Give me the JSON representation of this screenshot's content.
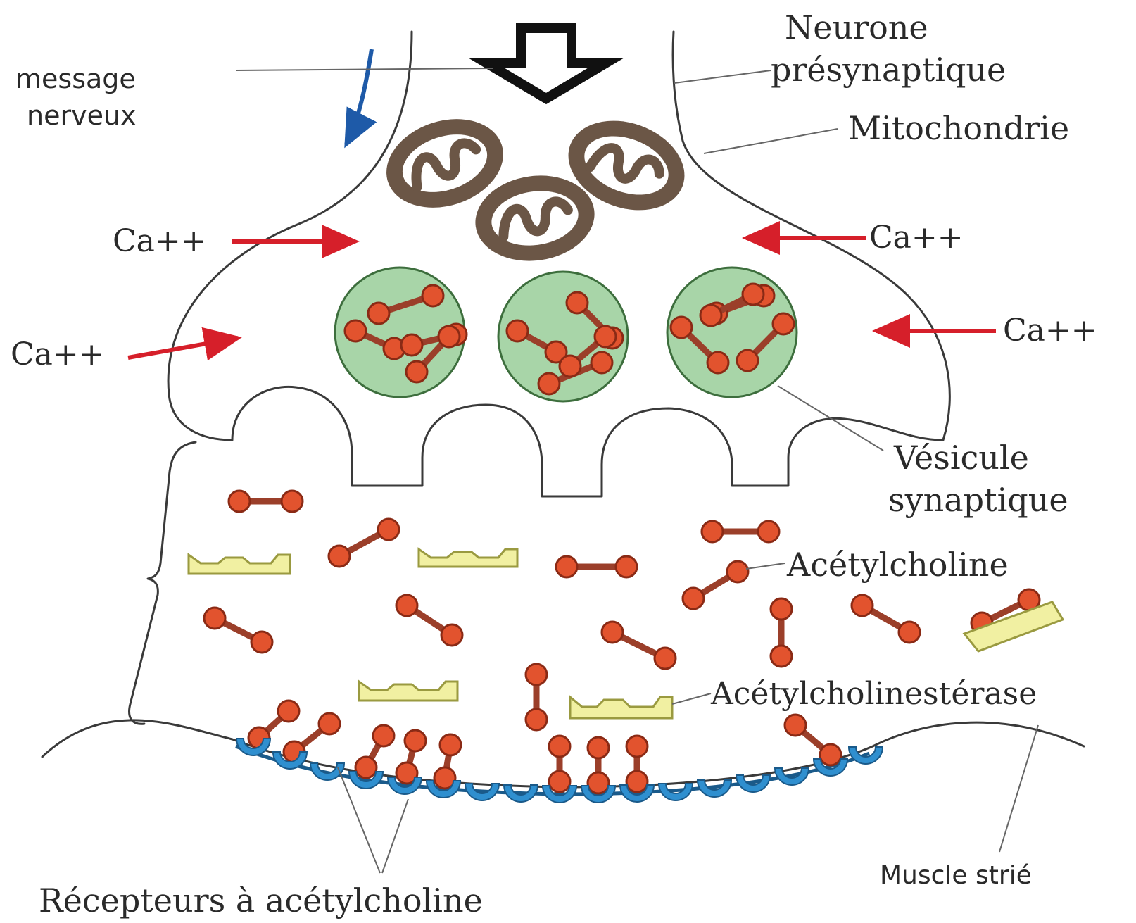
{
  "labels": {
    "message_nerveux": [
      "message",
      "nerveux"
    ],
    "neurone_presynaptique": [
      "Neurone",
      "présynaptique"
    ],
    "mitochondrie": "Mitochondrie",
    "calcium": "Ca++",
    "vesicule_synaptique": [
      "Vésicule",
      "synaptique"
    ],
    "acetylcholine": "Acétylcholine",
    "acetylcholinesterase": "Acétylcholinestérase",
    "muscle_strie": "Muscle strié",
    "recepteurs": "Récepteurs à acétylcholine"
  },
  "colors": {
    "outline": "#3a3a3a",
    "mitochondria": "#6b5646",
    "vesicle_fill": "#a8d5a8",
    "vesicle_stroke": "#3d6e3d",
    "molecule_fill": "#e2532e",
    "molecule_stroke": "#8a2a15",
    "molecule_bond": "#9b3f2a",
    "enzyme_fill": "#f1f0a2",
    "enzyme_stroke": "#9a9a40",
    "receptor_fill": "#2f8fcf",
    "receptor_stroke": "#1a5a8a",
    "calcium_arrow": "#d61f2a",
    "message_arrow": "#1e5aa8"
  }
}
